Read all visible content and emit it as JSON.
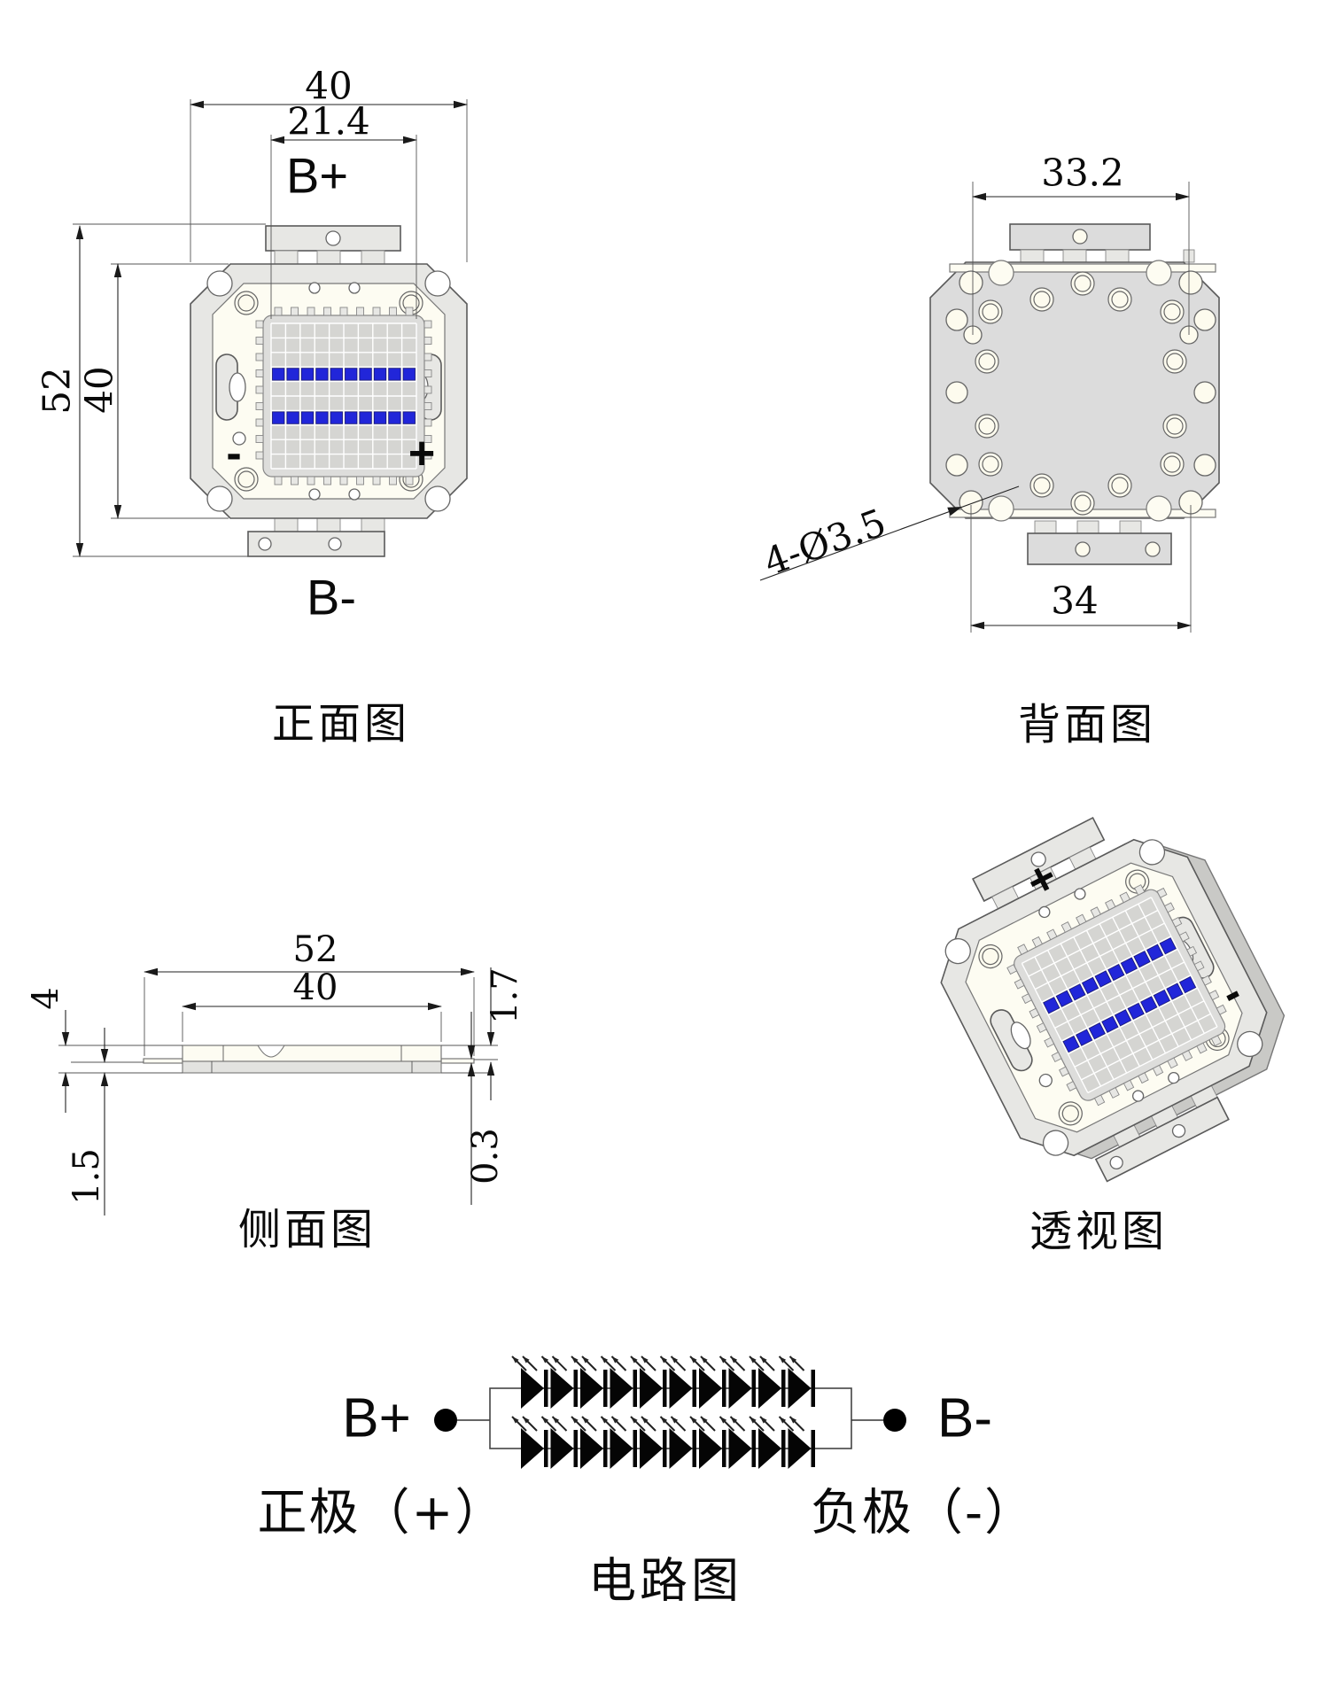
{
  "front_view": {
    "caption": "正面图",
    "terminal_top": "B+",
    "terminal_bottom": "B-",
    "pad_minus": "-",
    "pad_plus": "+",
    "dim_width_outer": "40",
    "dim_width_inner": "21.4",
    "dim_height_outer": "52",
    "dim_height_inner": "40"
  },
  "back_view": {
    "caption": "背面图",
    "dim_top": "33.2",
    "dim_bottom": "34",
    "dim_holes": "4-Ø3.5"
  },
  "side_view": {
    "caption": "侧面图",
    "dim_width_outer": "52",
    "dim_width_inner": "40",
    "dim_height_total": "4",
    "dim_height_base": "1.5",
    "dim_height_top": "1.7",
    "dim_thickness": "0.3"
  },
  "perspective_view": {
    "caption": "透视图",
    "pad_plus": "+",
    "pad_minus": "-"
  },
  "circuit": {
    "caption": "电路图",
    "terminal_pos": "B+",
    "terminal_neg": "B-",
    "label_pos": "正极（+）",
    "label_neg": "负极（-）",
    "led_rows": 2,
    "leds_per_row": 10
  },
  "colors": {
    "chip_blue": "#2126d9",
    "plate_gray": "#e7e7e4",
    "back_plate_gray": "#dcdcdc",
    "substrate_cream": "#fdfcf2",
    "line": "#444444"
  }
}
